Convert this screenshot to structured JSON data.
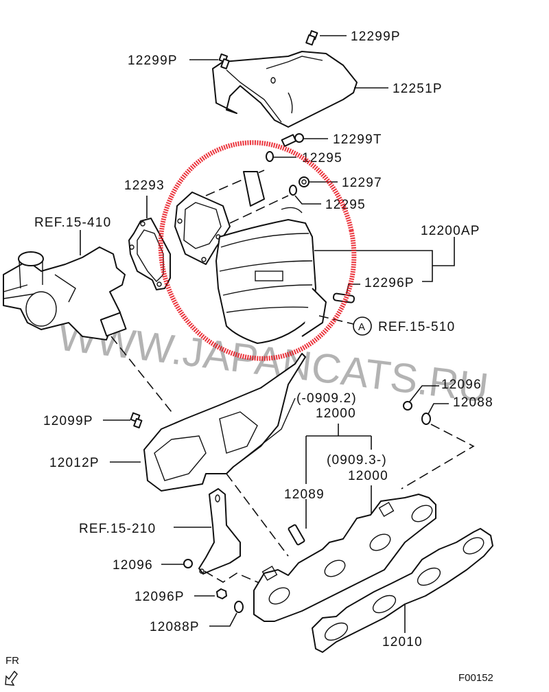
{
  "diagram": {
    "title": "Exhaust manifold & catalytic converter parts diagram",
    "figure_code": "F00152",
    "orientation_label": "FR",
    "watermark": "WWW.JAPANCATS.RU",
    "highlight_color": "#e8101a",
    "labels": {
      "bolt_top_right": "12299P",
      "bolt_top_left": "12299P",
      "heat_cover_upper": "12251P",
      "bolt_12299t": "12299T",
      "washer_upper": "12295",
      "nut_12297": "12297",
      "washer_lower": "12295",
      "gasket_turbo": "12293",
      "turbo_ref": "REF.15-410",
      "catalytic_converter": "12200AP",
      "stud_12296p": "12296P",
      "ref_a_marker": "A",
      "ref_15_510": "REF.15-510",
      "nut_12096_right": "12096",
      "washer_12088_right": "12088",
      "date_range_early": "(-0909.2)",
      "manifold_early": "12000",
      "date_range_late": "(0909.3-)",
      "manifold_late": "12000",
      "bolt_12099p": "12099P",
      "heat_cover_lower": "12012P",
      "stud_12089": "12089",
      "bracket_ref": "REF.15-210",
      "nut_12096_left": "12096",
      "nut_12096p": "12096P",
      "washer_12088p": "12088P",
      "manifold_gasket": "12010"
    }
  }
}
